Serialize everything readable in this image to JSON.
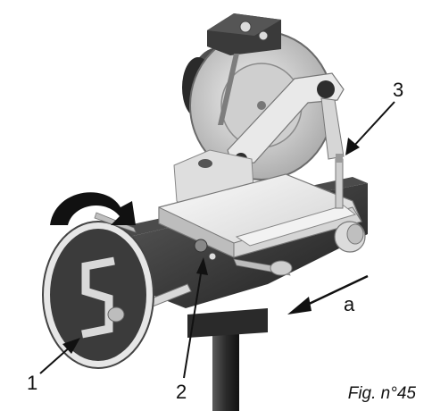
{
  "figure": {
    "caption": "Fig. n°45",
    "callouts": [
      {
        "id": "1",
        "text": "1"
      },
      {
        "id": "2",
        "text": "2"
      },
      {
        "id": "3",
        "text": "3"
      },
      {
        "id": "a",
        "text": "a"
      }
    ],
    "colors": {
      "ink": "#111111",
      "dark_metal": "#3a3a3a",
      "mid_metal": "#8c8c8c",
      "light_metal": "#e6e6e6"
    }
  }
}
